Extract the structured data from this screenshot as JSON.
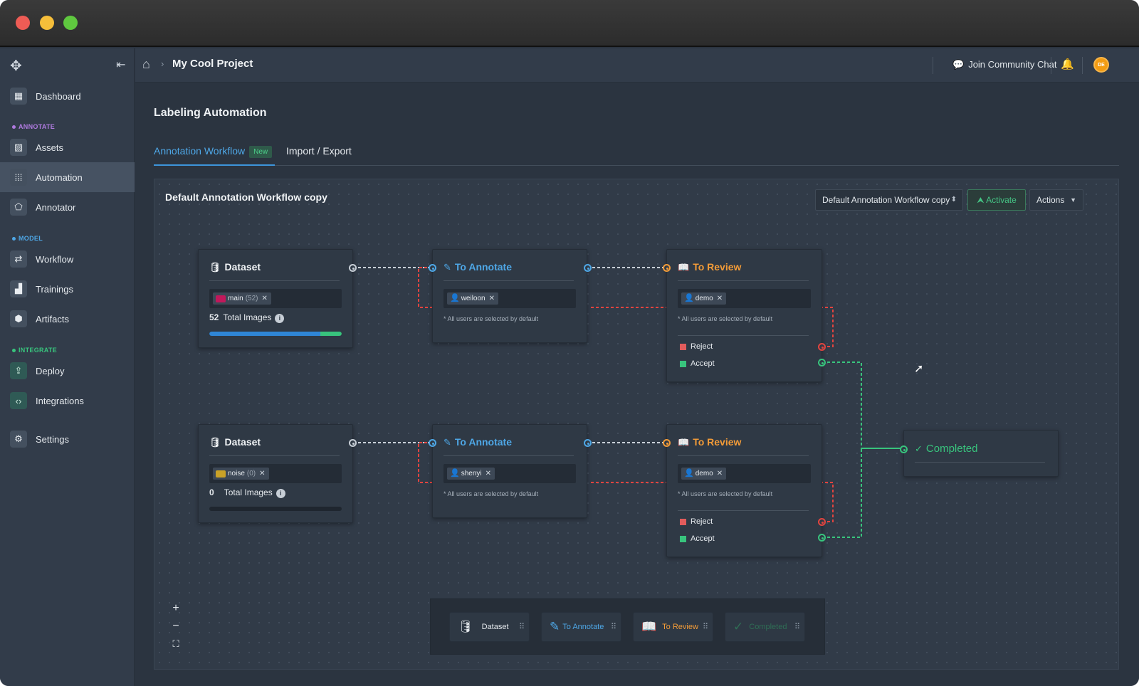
{
  "sidebar": {
    "items": {
      "dashboard": "Dashboard",
      "assets": "Assets",
      "automation": "Automation",
      "annotator": "Annotator",
      "workflow": "Workflow",
      "trainings": "Trainings",
      "artifacts": "Artifacts",
      "deploy": "Deploy",
      "integrations": "Integrations",
      "settings": "Settings"
    },
    "sections": {
      "annotate": "ANNOTATE",
      "model": "MODEL",
      "integrate": "INTEGRATE"
    },
    "section_colors": {
      "annotate": "#b07be0",
      "model": "#4ea7e6",
      "integrate": "#38c47d"
    }
  },
  "topbar": {
    "breadcrumb": "My Cool Project",
    "community": "Join Community Chat",
    "avatar_initials": "DE"
  },
  "page": {
    "title": "Labeling Automation",
    "tabs": {
      "workflow": "Annotation Workflow",
      "badge": "New",
      "import_export": "Import / Export"
    }
  },
  "workflow": {
    "title": "Default Annotation Workflow copy",
    "select_value": "Default Annotation Workflow copy",
    "activate": "Activate",
    "actions": "Actions",
    "rows": [
      {
        "dataset": {
          "title": "Dataset",
          "chip": "main",
          "chip_count": "(52)",
          "chip_color": "#c2185b",
          "total_num": "52",
          "total_label": "Total Images",
          "progress_blue": 0.84,
          "progress_green": 0.16
        },
        "annotate": {
          "title": "To Annotate",
          "user": "weiloon",
          "note": "* All users are selected by default"
        },
        "review": {
          "title": "To Review",
          "user": "demo",
          "note": "* All users are selected by default",
          "reject": "Reject",
          "accept": "Accept"
        }
      },
      {
        "dataset": {
          "title": "Dataset",
          "chip": "noise",
          "chip_count": "(0)",
          "chip_color": "#c9a227",
          "total_num": "0",
          "total_label": "Total Images",
          "progress_blue": 0,
          "progress_green": 0
        },
        "annotate": {
          "title": "To Annotate",
          "user": "shenyi",
          "note": "* All users are selected by default"
        },
        "review": {
          "title": "To Review",
          "user": "demo",
          "note": "* All users are selected by default",
          "reject": "Reject",
          "accept": "Accept"
        }
      }
    ],
    "completed": "Completed",
    "palette": {
      "dataset": "Dataset",
      "annotate": "To Annotate",
      "review": "To Review",
      "completed": "Completed"
    },
    "zoom": {
      "in": "+",
      "out": "−",
      "fit": "⛶"
    }
  },
  "colors": {
    "blue": "#4ea7e6",
    "orange": "#f29b38",
    "green": "#38c47d",
    "red": "#e2443f",
    "link_gray": "#c7ced6"
  }
}
